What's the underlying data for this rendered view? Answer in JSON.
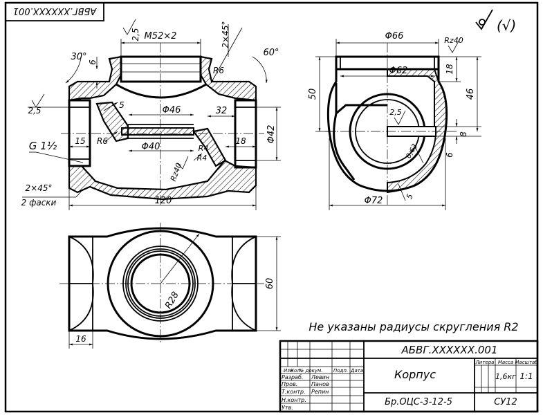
{
  "corner_code": "АБВГ.XXXXXX.001",
  "roughness_note": "(√)",
  "note": "Не указаны радиусы скругления R2",
  "front": {
    "thread": "M52×2",
    "chamfer_top": "2×45°",
    "ang30": "30°",
    "ang60": "60°",
    "dim6": "6",
    "r6a": "R6",
    "r6b": "R6",
    "d5": "5",
    "d46": "Φ46",
    "d32": "32",
    "d42": "Φ42",
    "g": "G 1½",
    "d15": "15",
    "d40": "Φ40",
    "r4a": "R4",
    "r4b": "R4",
    "d18": "18",
    "rz40": "Rz40",
    "rough25": "2,5",
    "rough25b": "2,5",
    "chamfer_bottom": "2×45°",
    "faski": "2 фаски",
    "len120": "120"
  },
  "side": {
    "d66": "Φ66",
    "rz40": "Rz40",
    "d62": "Φ62",
    "h50": "50",
    "h18": "18",
    "h46": "46",
    "r25": "2,5",
    "r063": "0,63",
    "h8": "8",
    "h6": "6",
    "d5": "5",
    "d72": "Φ72"
  },
  "top": {
    "r28": "R28",
    "h60": "60",
    "w16": "16"
  },
  "title_block": {
    "code": "АБВГ.XXXXXX.001",
    "name": "Корпус",
    "org": "Бр.ОЦС-3-12-5",
    "group": "СУ12",
    "hdr_litera": "Литера",
    "hdr_massa": "Масса",
    "hdr_masshtab": "Масштаб",
    "mass": "1,6кг",
    "scale": "1:1",
    "c_izm": "Изм",
    "c_list": "Кол",
    "c_ndok": "№ докум.",
    "c_podp": "Подп.",
    "c_data": "Дата",
    "r_razrab": "Разраб.",
    "r_prov": "Пров.",
    "r_tkontr": "Т.контр.",
    "r_nkontr": "Н.контр.",
    "r_utv": "Утв.",
    "n_razrab": "Левин",
    "n_prov": "Панов",
    "n_tkontr": "Репин"
  }
}
